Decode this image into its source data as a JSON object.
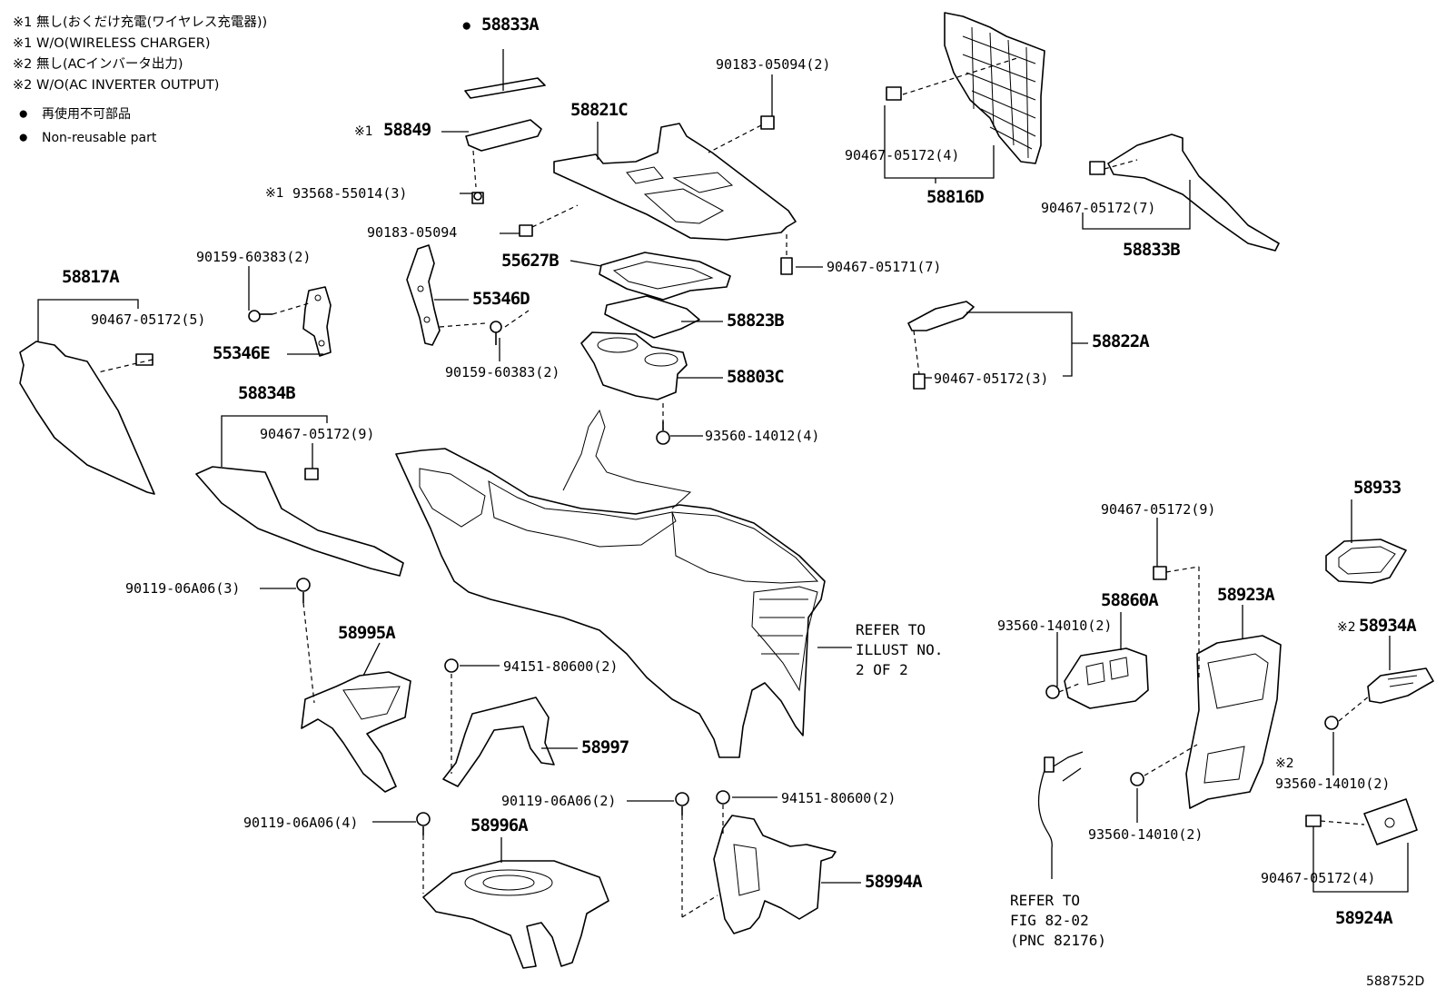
{
  "notes": {
    "line1": "※1 無し(おくだけ充電(ワイヤレス充電器))",
    "line2": "※1 W/O(WIRELESS CHARGER)",
    "line3": "※2 無し(ACインバータ出力)",
    "line4": "※2 W/O(AC INVERTER OUTPUT)",
    "legend_jp": "再使用不可部品",
    "legend_en": "Non-reusable part"
  },
  "symbols": {
    "bullet": "●",
    "note1": "※1",
    "note2": "※2"
  },
  "parts": {
    "p58833A": "58833A",
    "p58849": "58849",
    "p93568_55014": "93568-55014(3)",
    "p58821C": "58821C",
    "p90183_05094_2": "90183-05094(2)",
    "p90183_05094": "90183-05094",
    "p55627B": "55627B",
    "p90467_05171_7": "90467-05171(7)",
    "p90159_60383_2a": "90159-60383(2)",
    "p55346D": "55346D",
    "p55346E": "55346E",
    "p58823B": "58823B",
    "p90159_60383_2b": "90159-60383(2)",
    "p58803C": "58803C",
    "p93560_14012_4": "93560-14012(4)",
    "p58817A": "58817A",
    "p90467_05172_5": "90467-05172(5)",
    "p58834B": "58834B",
    "p90467_05172_9a": "90467-05172(9)",
    "p90119_06A06_3": "90119-06A06(3)",
    "p58995A": "58995A",
    "p94151_80600_2a": "94151-80600(2)",
    "p58997": "58997",
    "p90119_06A06_2": "90119-06A06(2)",
    "p94151_80600_2b": "94151-80600(2)",
    "p90119_06A06_4": "90119-06A06(4)",
    "p58996A": "58996A",
    "p58994A": "58994A",
    "p90467_05172_4a": "90467-05172(4)",
    "p58816D": "58816D",
    "p90467_05172_7": "90467-05172(7)",
    "p58833B": "58833B",
    "p58822A": "58822A",
    "p90467_05172_3": "90467-05172(3)",
    "p90467_05172_9b": "90467-05172(9)",
    "p58933": "58933",
    "p93560_14010_2a": "93560-14010(2)",
    "p58860A": "58860A",
    "p58923A": "58923A",
    "p58934A": "58934A",
    "p93560_14010_2b": "93560-14010(2)",
    "p93560_14010_2c": "93560-14010(2)",
    "p90467_05172_4b": "90467-05172(4)",
    "p58924A": "58924A"
  },
  "references": {
    "illust_line1": "REFER TO",
    "illust_line2": "ILLUST NO.",
    "illust_line3": "2 OF 2",
    "fig_line1": "REFER TO",
    "fig_line2": "FIG 82-02",
    "fig_line3": "(PNC 82176)"
  },
  "figure_id": "588752D"
}
